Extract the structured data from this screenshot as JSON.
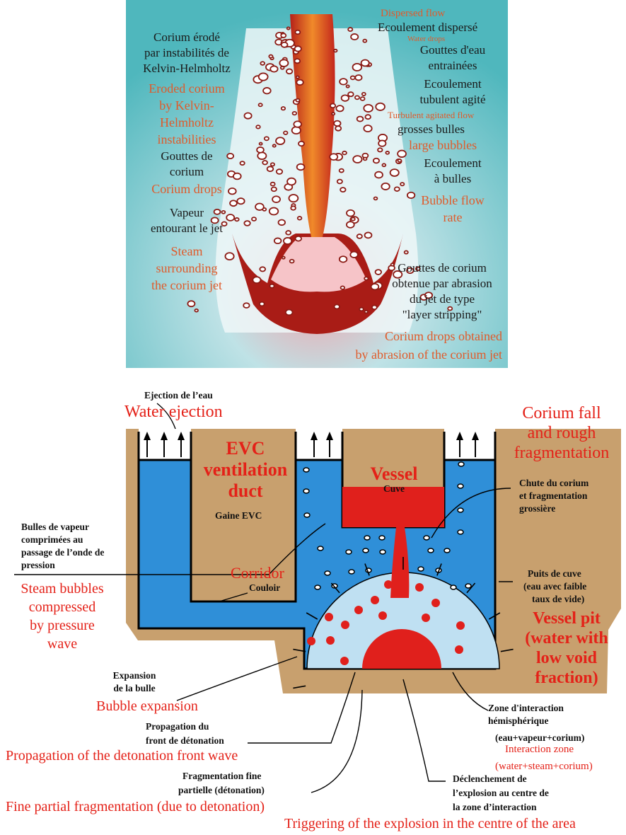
{
  "top": {
    "dispersed_flow_en": "Dispersed flow",
    "dispersed_flow_fr": "Ecoulement dispersé",
    "water_drops_en": "Water drops",
    "water_drops_fr_1": "Gouttes d'eau",
    "water_drops_fr_2": "entrainées",
    "turbulent_fr_1": "Ecoulement",
    "turbulent_fr_2": "tubulent agité",
    "turbulent_en": "Turbulent agitated flow",
    "large_bubbles_fr": "grosses bulles",
    "large_bubbles_en": "large bubbles",
    "bubble_flow_fr_1": "Ecoulement",
    "bubble_flow_fr_2": "à bulles",
    "bubble_flow_en_1": "Bubble flow",
    "bubble_flow_en_2": "rate",
    "eroded_fr_1": "Corium érodé",
    "eroded_fr_2": "par instabilités de",
    "eroded_fr_3": "Kelvin-Helmholtz",
    "eroded_en_1": "Eroded corium",
    "eroded_en_2": "by Kelvin-",
    "eroded_en_3": "Helmholtz",
    "eroded_en_4": "instabilities",
    "drops_fr_1": "Gouttes de",
    "drops_fr_2": "corium",
    "drops_en": "Corium drops",
    "steam_fr_1": "Vapeur",
    "steam_fr_2": "entourant le jet",
    "steam_en_1": "Steam",
    "steam_en_2": "surrounding",
    "steam_en_3": "the corium jet",
    "abrasion_fr_1": "Gouttes de corium",
    "abrasion_fr_2": "obtenue par abrasion",
    "abrasion_fr_3": "du jet de type",
    "abrasion_fr_4": "\"layer stripping\"",
    "abrasion_en_1": "Corium drops obtained",
    "abrasion_en_2": "by abrasion of the corium jet"
  },
  "bottom": {
    "ejection_fr": "Ejection de l’eau",
    "ejection_en": "Water ejection",
    "evc_en_1": "EVC",
    "evc_en_2": "ventilation",
    "evc_en_3": "duct",
    "evc_fr": "Gaine EVC",
    "vessel_en": "Vessel",
    "vessel_fr": "Cuve",
    "fall_en_1": "Corium fall",
    "fall_en_2": "and rough",
    "fall_en_3": "fragmentation",
    "fall_fr_1": "Chute du corium",
    "fall_fr_2": "et fragmentation",
    "fall_fr_3": "grossière",
    "bubbles_fr_1": "Bulles de vapeur",
    "bubbles_fr_2": "comprimées au",
    "bubbles_fr_3": "passage de l’onde de",
    "bubbles_fr_4": "pression",
    "bubbles_en_1": "Steam bubbles",
    "bubbles_en_2": "compressed",
    "bubbles_en_3": "by pressure",
    "bubbles_en_4": "wave",
    "corridor_en": "Corridor",
    "corridor_fr": "Couloir",
    "pit_fr_1": "Puits de cuve",
    "pit_fr_2": "(eau avec faible",
    "pit_fr_3": "taux de vide)",
    "pit_en_1": "Vessel pit",
    "pit_en_2": "(water with",
    "pit_en_3": "low void",
    "pit_en_4": "fraction)",
    "expansion_fr_1": "Expansion",
    "expansion_fr_2": "de la bulle",
    "expansion_en": "Bubble expansion",
    "interaction_fr_1": "Zone d'interaction",
    "interaction_fr_2": "hémisphérique",
    "interaction_fr_3": "(eau+vapeur+corium)",
    "interaction_en_1": "Interaction zone",
    "interaction_en_2": "(water+steam+corium)",
    "propagation_fr_1": "Propagation du",
    "propagation_fr_2": "front de détonation",
    "propagation_en": "Propagation of the detonation front wave",
    "fine_fr_1": "Fragmentation fine",
    "fine_fr_2": "partielle (détonation)",
    "fine_en": "Fine partial fragmentation (due to detonation)",
    "trigger_fr_1": "Déclenchement de",
    "trigger_fr_2": "l’explosion au centre de",
    "trigger_fr_3": "la zone d’interaction",
    "trigger_en": "Triggering of the explosion in the centre of the area"
  },
  "colors": {
    "water": "#2f8fd8",
    "light_water": "#bfe0f2",
    "soil": "#c8a06e",
    "corium": "#e0201c",
    "label_red": "#e42118",
    "label_orange": "#e05a2a",
    "teal_bg": "#5fbfc4"
  }
}
